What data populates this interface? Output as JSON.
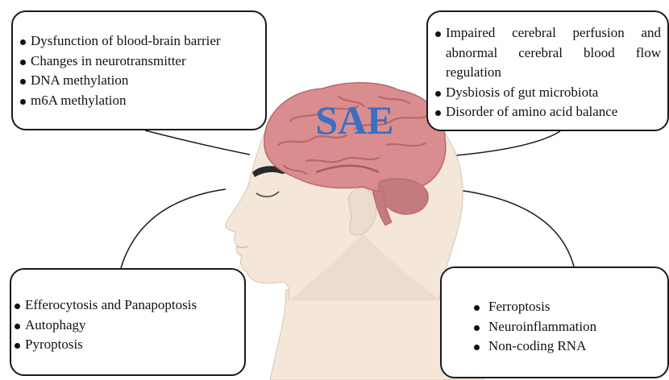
{
  "title": "SAE",
  "boxes": {
    "top_left": [
      "Dysfunction of blood-brain barrier",
      "Changes in neurotransmitter",
      "DNA methylation",
      "m6A methylation"
    ],
    "top_right": [
      "Impaired cerebral perfusion and abnormal cerebral blood flow regulation",
      "Dysbiosis of gut microbiota",
      "Disorder of amino acid balance"
    ],
    "bottom_left": [
      "Efferocytosis and Panapoptosis",
      "Autophagy",
      "Pyroptosis"
    ],
    "bottom_right": [
      "Ferroptosis",
      "Neuroinflammation",
      "Non-coding RNA"
    ]
  },
  "colors": {
    "title": "#3a6fc1",
    "skin": "#f4e7da",
    "skin_shadow": "#e2d0bf",
    "brain": "#d98d8e",
    "brain_dark": "#b9686b",
    "cerebellum": "#c47b7d",
    "outline": "#1a1a1a"
  }
}
